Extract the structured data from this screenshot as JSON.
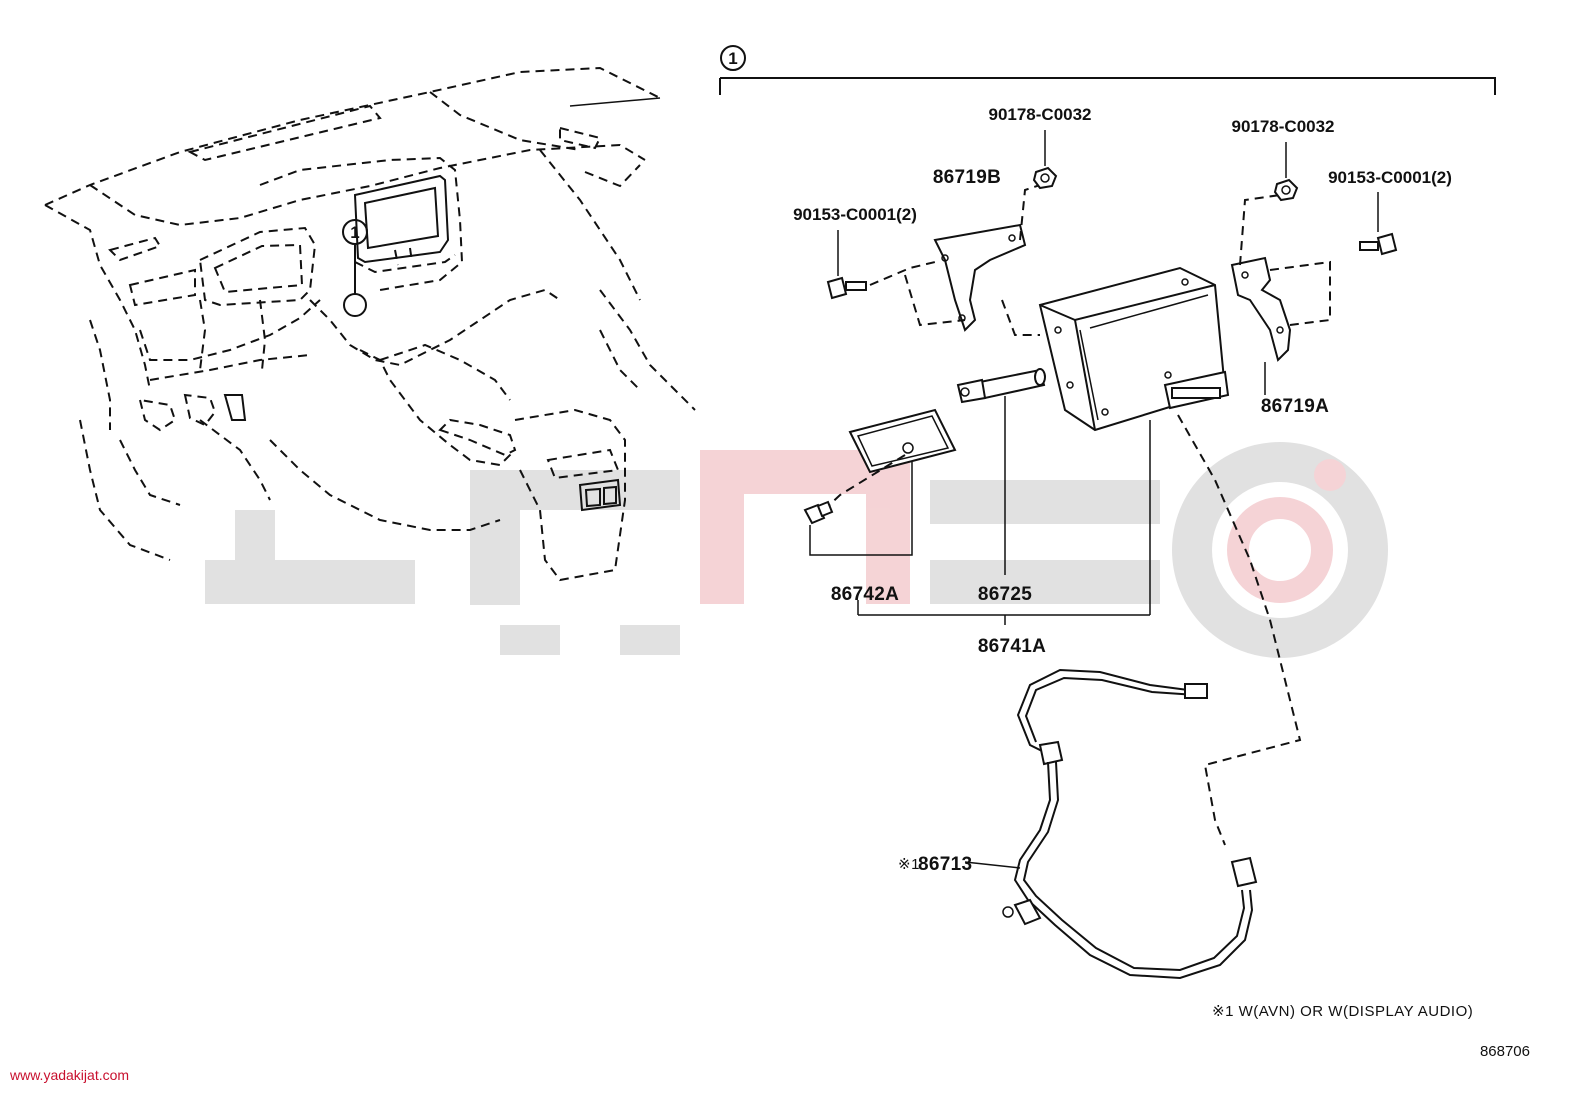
{
  "callout_number": "1",
  "callouts": {
    "nut_left": "90178-C0032",
    "nut_right": "90178-C0032",
    "screw_left": "90153-C0001(2)",
    "screw_right": "90153-C0001(2)",
    "bracket_left": "86719B",
    "bracket_right": "86719A",
    "cover": "86742A",
    "antenna": "86725",
    "assembly": "86741A",
    "wire": "86713",
    "wire_mark": "※1"
  },
  "footnote": "※1 W(AVN) OR W(DISPLAY AUDIO)",
  "diagram_code": "868706",
  "website": "www.yadakijat.com",
  "colors": {
    "line": "#111111",
    "watermark_gray": "#d9d9d9",
    "watermark_red": "#f2c9cc",
    "web_red": "#c8102e"
  }
}
